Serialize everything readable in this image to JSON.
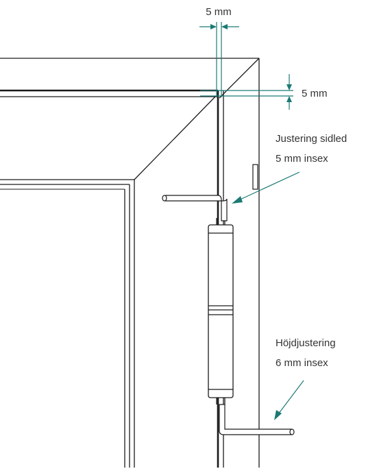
{
  "accent_color": "#1b7a74",
  "line_color": "#1a1a1a",
  "labels": {
    "dim_horizontal": "5 mm",
    "dim_vertical": "5 mm",
    "side_adjust_title": "Justering sidled",
    "side_adjust_tool": "5 mm insex",
    "height_adjust_title": "Höjdjustering",
    "height_adjust_tool": "6 mm insex"
  },
  "icons": {
    "hinge": "door-hinge-icon",
    "hex_key": "allen-key-icon"
  }
}
